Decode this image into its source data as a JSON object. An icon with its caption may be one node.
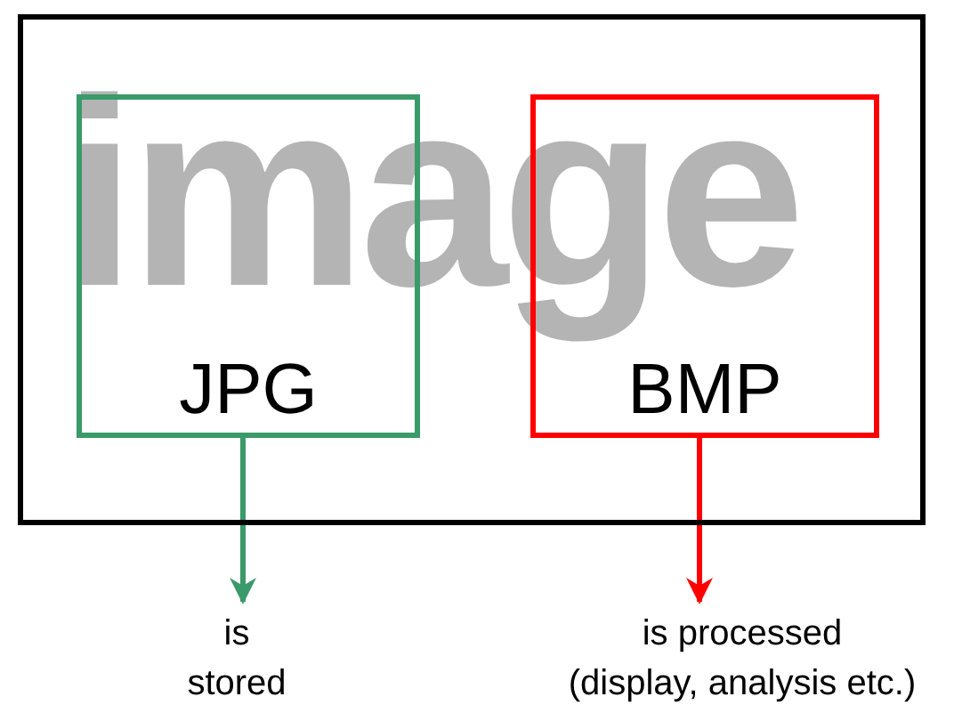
{
  "diagram": {
    "nodes": [
      {
        "text": [
          "image"
        ]
      },
      {
        "text": [
          "JPG"
        ],
        "in": 0
      },
      {
        "text": [
          "BMP"
        ],
        "in": 0
      },
      {
        "text": [
          "is stored"
        ]
      },
      {
        "text": [
          "is processed",
          "(display, analysis etc.)"
        ]
      }
    ],
    "edges": [
      {
        "from": 1,
        "to": 3,
        "arrow": "to",
        "color": "#3a9a6a"
      },
      {
        "from": 2,
        "to": 4,
        "arrow": "to",
        "color": "#ff0000"
      }
    ]
  }
}
